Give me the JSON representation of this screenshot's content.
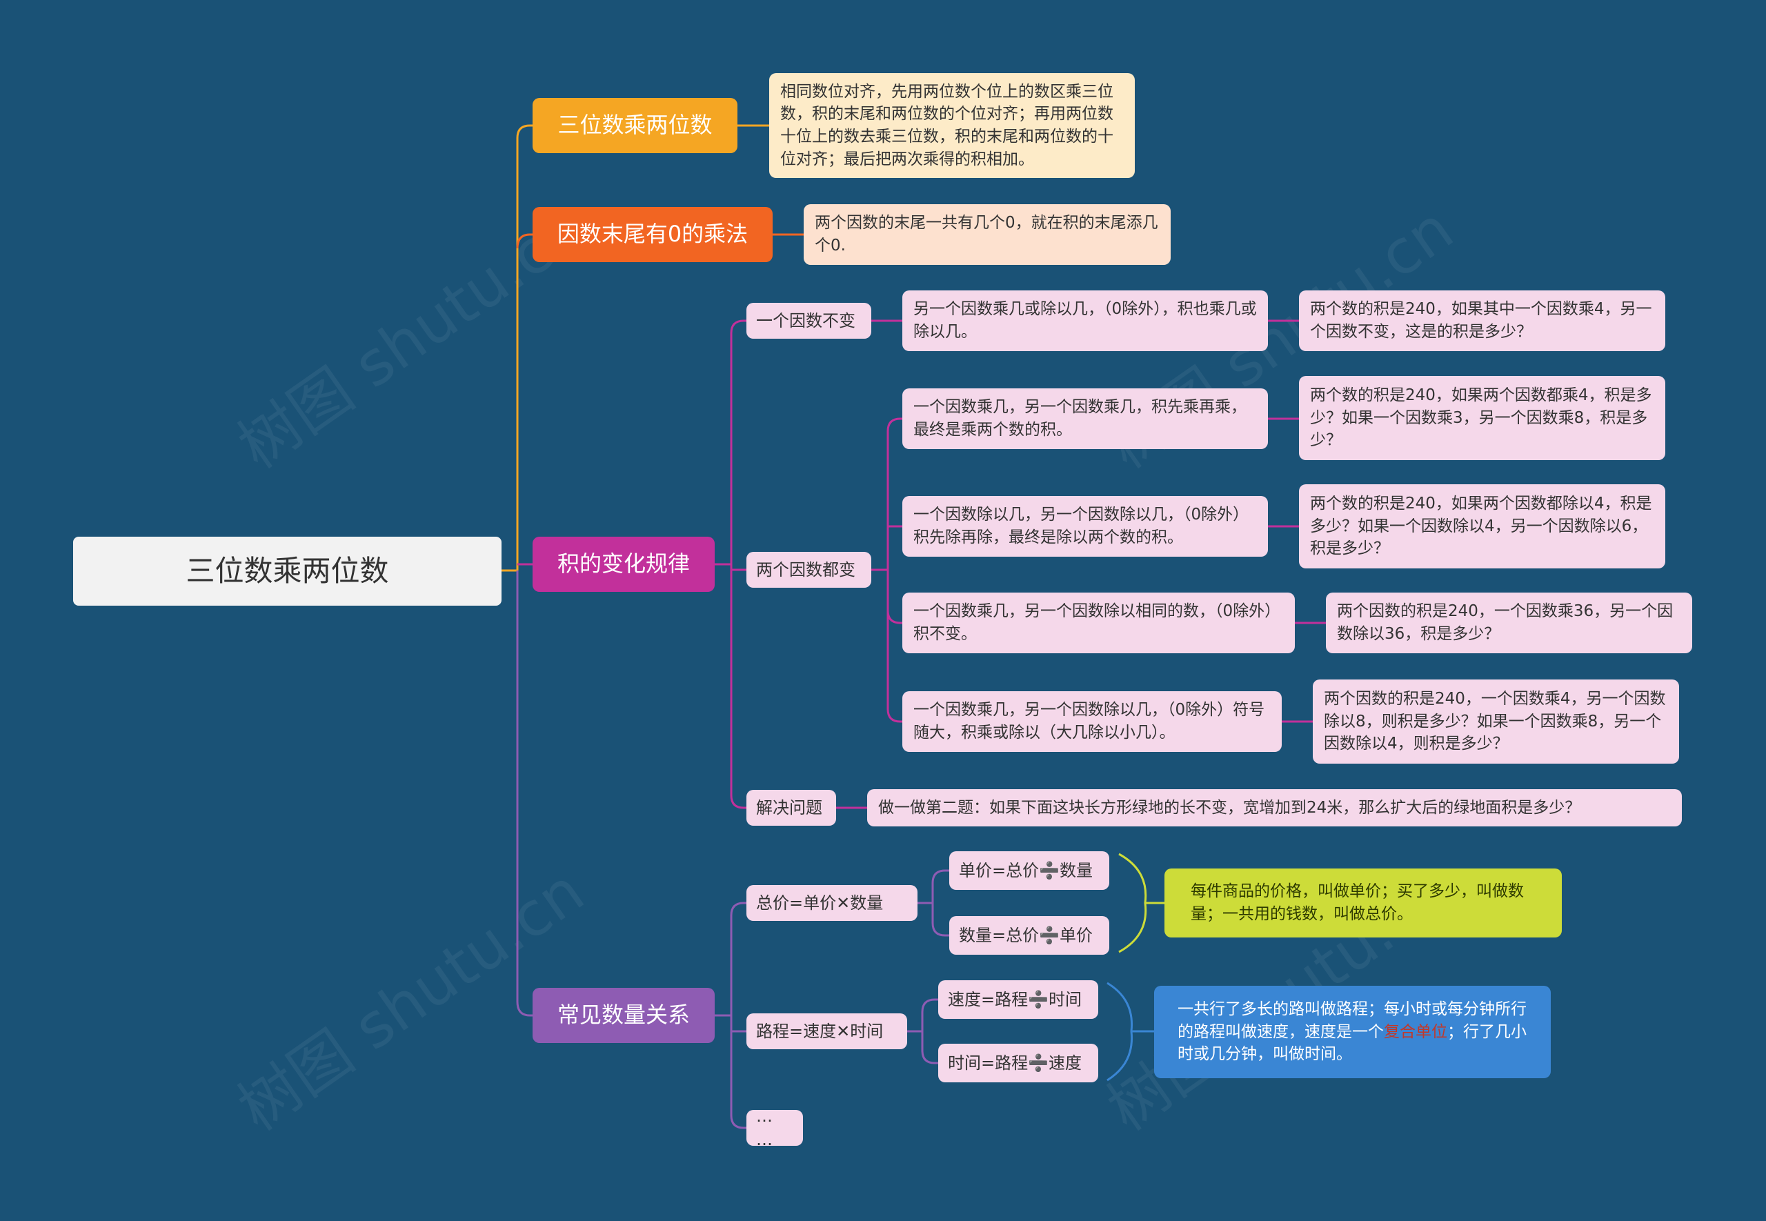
{
  "root": {
    "label": "三位数乘两位数"
  },
  "branches": [
    {
      "label": "三位数乘两位数",
      "color": "#f5a623",
      "desc": "相同数位对齐，先用两位数个位上的数区乘三位数，积的末尾和两位数的个位对齐；再用两位数十位上的数去乘三位数，积的末尾和两位数的十位对齐；最后把两次乘得的积相加。"
    },
    {
      "label": "因数末尾有0的乘法",
      "color": "#f26522",
      "desc": "两个因数的末尾一共有几个0，就在积的末尾添几个0."
    },
    {
      "label": "积的变化规律",
      "color": "#c2309b",
      "children": [
        {
          "label": "一个因数不变",
          "rule": "另一个因数乘几或除以几，（0除外），积也乘几或除以几。",
          "example": "两个数的积是240，如果其中一个因数乘4，另一个因数不变，这是的积是多少？"
        },
        {
          "label": "两个因数都变",
          "rules": [
            {
              "rule": "一个因数乘几，另一个因数乘几，积先乘再乘，最终是乘两个数的积。",
              "example": "两个数的积是240，如果两个因数都乘4，积是多少？如果一个因数乘3，另一个因数乘8，积是多少？"
            },
            {
              "rule": "一个因数除以几，另一个因数除以几，（0除外）积先除再除，最终是除以两个数的积。",
              "example": "两个数的积是240，如果两个因数都除以4，积是多少？如果一个因数除以4，另一个因数除以6，积是多少？"
            },
            {
              "rule": "一个因数乘几，另一个因数除以相同的数，（0除外）积不变。",
              "example": "两个因数的积是240，一个因数乘36，另一个因数除以36，积是多少？"
            },
            {
              "rule": "一个因数乘几，另一个因数除以几，（0除外）符号随大，积乘或除以（大几除以小几）。",
              "example": "两个因数的积是240，一个因数乘4，另一个因数除以8，则积是多少？如果一个因数乘8，另一个因数除以4，则积是多少？"
            }
          ]
        },
        {
          "label": "解决问题",
          "example": "做一做第二题：如果下面这块长方形绿地的长不变，宽增加到24米，那么扩大后的绿地面积是多少？"
        }
      ]
    },
    {
      "label": "常见数量关系",
      "color": "#8e5cb3",
      "children": [
        {
          "label": "总价=单价✕数量",
          "items": [
            "单价=总价➗数量",
            "数量=总价➗单价"
          ],
          "note": "每件商品的价格，叫做单价；买了多少，叫做数量；一共用的钱数，叫做总价。"
        },
        {
          "label": "路程=速度✕时间",
          "items": [
            "速度=路程➗时间",
            "时间=路程➗速度"
          ],
          "note_parts": [
            "一共行了多长的路叫做路程；每小时或每分钟所行的路程叫做速度，速度是一个",
            "复合单位",
            "；行了几小时或几分钟，叫做时间。"
          ]
        },
        {
          "label": "…  …"
        }
      ]
    }
  ],
  "watermark": "树图 shutu.cn",
  "colors": {
    "background": "#1a5276",
    "node_pink": "#f5d8ea",
    "line_pink": "#c2309b",
    "line_purple": "#8e5cb3",
    "line_orange": "#f5a623"
  }
}
